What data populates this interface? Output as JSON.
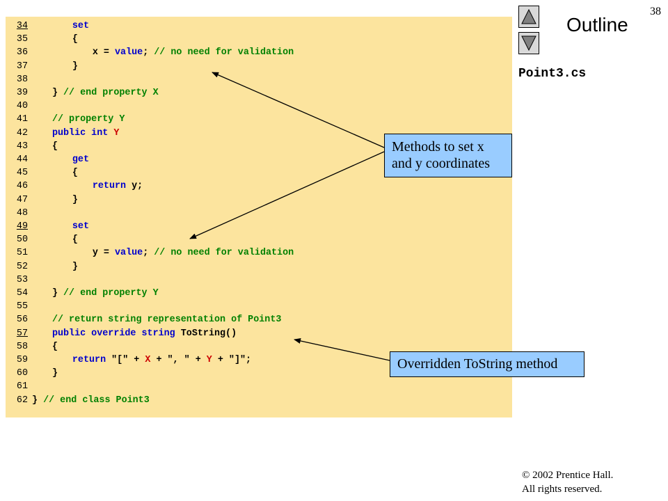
{
  "slide": {
    "page_number": "38",
    "outline_label": "Outline",
    "file_name": "Point3.cs",
    "nav": {
      "up_icon": "triangle-up-icon",
      "down_icon": "triangle-down-icon"
    },
    "copyright_line1": "© 2002 Prentice Hall.",
    "copyright_line2": "All rights reserved."
  },
  "colors": {
    "code_background": "#fce49e",
    "keyword": "#0000cc",
    "identifier": "#cc0000",
    "comment": "#008000",
    "callout_background": "#99ccff"
  },
  "code_lines": [
    {
      "num": "34",
      "underline": true,
      "indent": "      ",
      "tokens": [
        [
          "kw",
          "set"
        ]
      ]
    },
    {
      "num": "35",
      "underline": false,
      "indent": "      ",
      "tokens": [
        [
          "pl",
          "{"
        ]
      ]
    },
    {
      "num": "36",
      "underline": false,
      "indent": "         ",
      "tokens": [
        [
          "pl",
          "x = "
        ],
        [
          "kw",
          "value"
        ],
        [
          "pl",
          "; "
        ],
        [
          "cm",
          "// no need for validation"
        ]
      ]
    },
    {
      "num": "37",
      "underline": false,
      "indent": "      ",
      "tokens": [
        [
          "pl",
          "}"
        ]
      ]
    },
    {
      "num": "38",
      "underline": false,
      "indent": "",
      "tokens": []
    },
    {
      "num": "39",
      "underline": false,
      "indent": "   ",
      "tokens": [
        [
          "pl",
          "} "
        ],
        [
          "cm",
          "// end property X"
        ]
      ]
    },
    {
      "num": "40",
      "underline": false,
      "indent": "",
      "tokens": []
    },
    {
      "num": "41",
      "underline": false,
      "indent": "   ",
      "tokens": [
        [
          "cm",
          "// property Y"
        ]
      ]
    },
    {
      "num": "42",
      "underline": false,
      "indent": "   ",
      "tokens": [
        [
          "kw",
          "public int "
        ],
        [
          "id",
          "Y"
        ]
      ]
    },
    {
      "num": "43",
      "underline": false,
      "indent": "   ",
      "tokens": [
        [
          "pl",
          "{"
        ]
      ]
    },
    {
      "num": "44",
      "underline": false,
      "indent": "      ",
      "tokens": [
        [
          "kw",
          "get"
        ]
      ]
    },
    {
      "num": "45",
      "underline": false,
      "indent": "      ",
      "tokens": [
        [
          "pl",
          "{"
        ]
      ]
    },
    {
      "num": "46",
      "underline": false,
      "indent": "         ",
      "tokens": [
        [
          "kw",
          "return "
        ],
        [
          "pl",
          "y;"
        ]
      ]
    },
    {
      "num": "47",
      "underline": false,
      "indent": "      ",
      "tokens": [
        [
          "pl",
          "}"
        ]
      ]
    },
    {
      "num": "48",
      "underline": false,
      "indent": "",
      "tokens": []
    },
    {
      "num": "49",
      "underline": true,
      "indent": "      ",
      "tokens": [
        [
          "kw",
          "set"
        ]
      ]
    },
    {
      "num": "50",
      "underline": false,
      "indent": "      ",
      "tokens": [
        [
          "pl",
          "{"
        ]
      ]
    },
    {
      "num": "51",
      "underline": false,
      "indent": "         ",
      "tokens": [
        [
          "pl",
          "y = "
        ],
        [
          "kw",
          "value"
        ],
        [
          "pl",
          "; "
        ],
        [
          "cm",
          "// no need for validation"
        ]
      ]
    },
    {
      "num": "52",
      "underline": false,
      "indent": "      ",
      "tokens": [
        [
          "pl",
          "}"
        ]
      ]
    },
    {
      "num": "53",
      "underline": false,
      "indent": "",
      "tokens": []
    },
    {
      "num": "54",
      "underline": false,
      "indent": "   ",
      "tokens": [
        [
          "pl",
          "} "
        ],
        [
          "cm",
          "// end property Y"
        ]
      ]
    },
    {
      "num": "55",
      "underline": false,
      "indent": "",
      "tokens": []
    },
    {
      "num": "56",
      "underline": false,
      "indent": "   ",
      "tokens": [
        [
          "cm",
          "// return string representation of Point3"
        ]
      ]
    },
    {
      "num": "57",
      "underline": true,
      "indent": "   ",
      "tokens": [
        [
          "kw",
          "public override string "
        ],
        [
          "pl",
          "ToString()"
        ]
      ]
    },
    {
      "num": "58",
      "underline": false,
      "indent": "   ",
      "tokens": [
        [
          "pl",
          "{"
        ]
      ]
    },
    {
      "num": "59",
      "underline": false,
      "indent": "      ",
      "tokens": [
        [
          "kw",
          "return "
        ],
        [
          "pl",
          "\"[\" + "
        ],
        [
          "id",
          "X"
        ],
        [
          "pl",
          " + \", \" + "
        ],
        [
          "id",
          "Y"
        ],
        [
          "pl",
          " + \"]\";"
        ]
      ]
    },
    {
      "num": "60",
      "underline": false,
      "indent": "   ",
      "tokens": [
        [
          "pl",
          "}"
        ]
      ]
    },
    {
      "num": "61",
      "underline": false,
      "indent": "",
      "tokens": []
    },
    {
      "num": "62",
      "underline": false,
      "indent": "",
      "tokens": [
        [
          "pl",
          "} "
        ],
        [
          "cm",
          "// end class Point3"
        ]
      ]
    }
  ],
  "callouts": {
    "methods": "Methods to set x and y coordinates",
    "override": "Overridden ToString method"
  }
}
